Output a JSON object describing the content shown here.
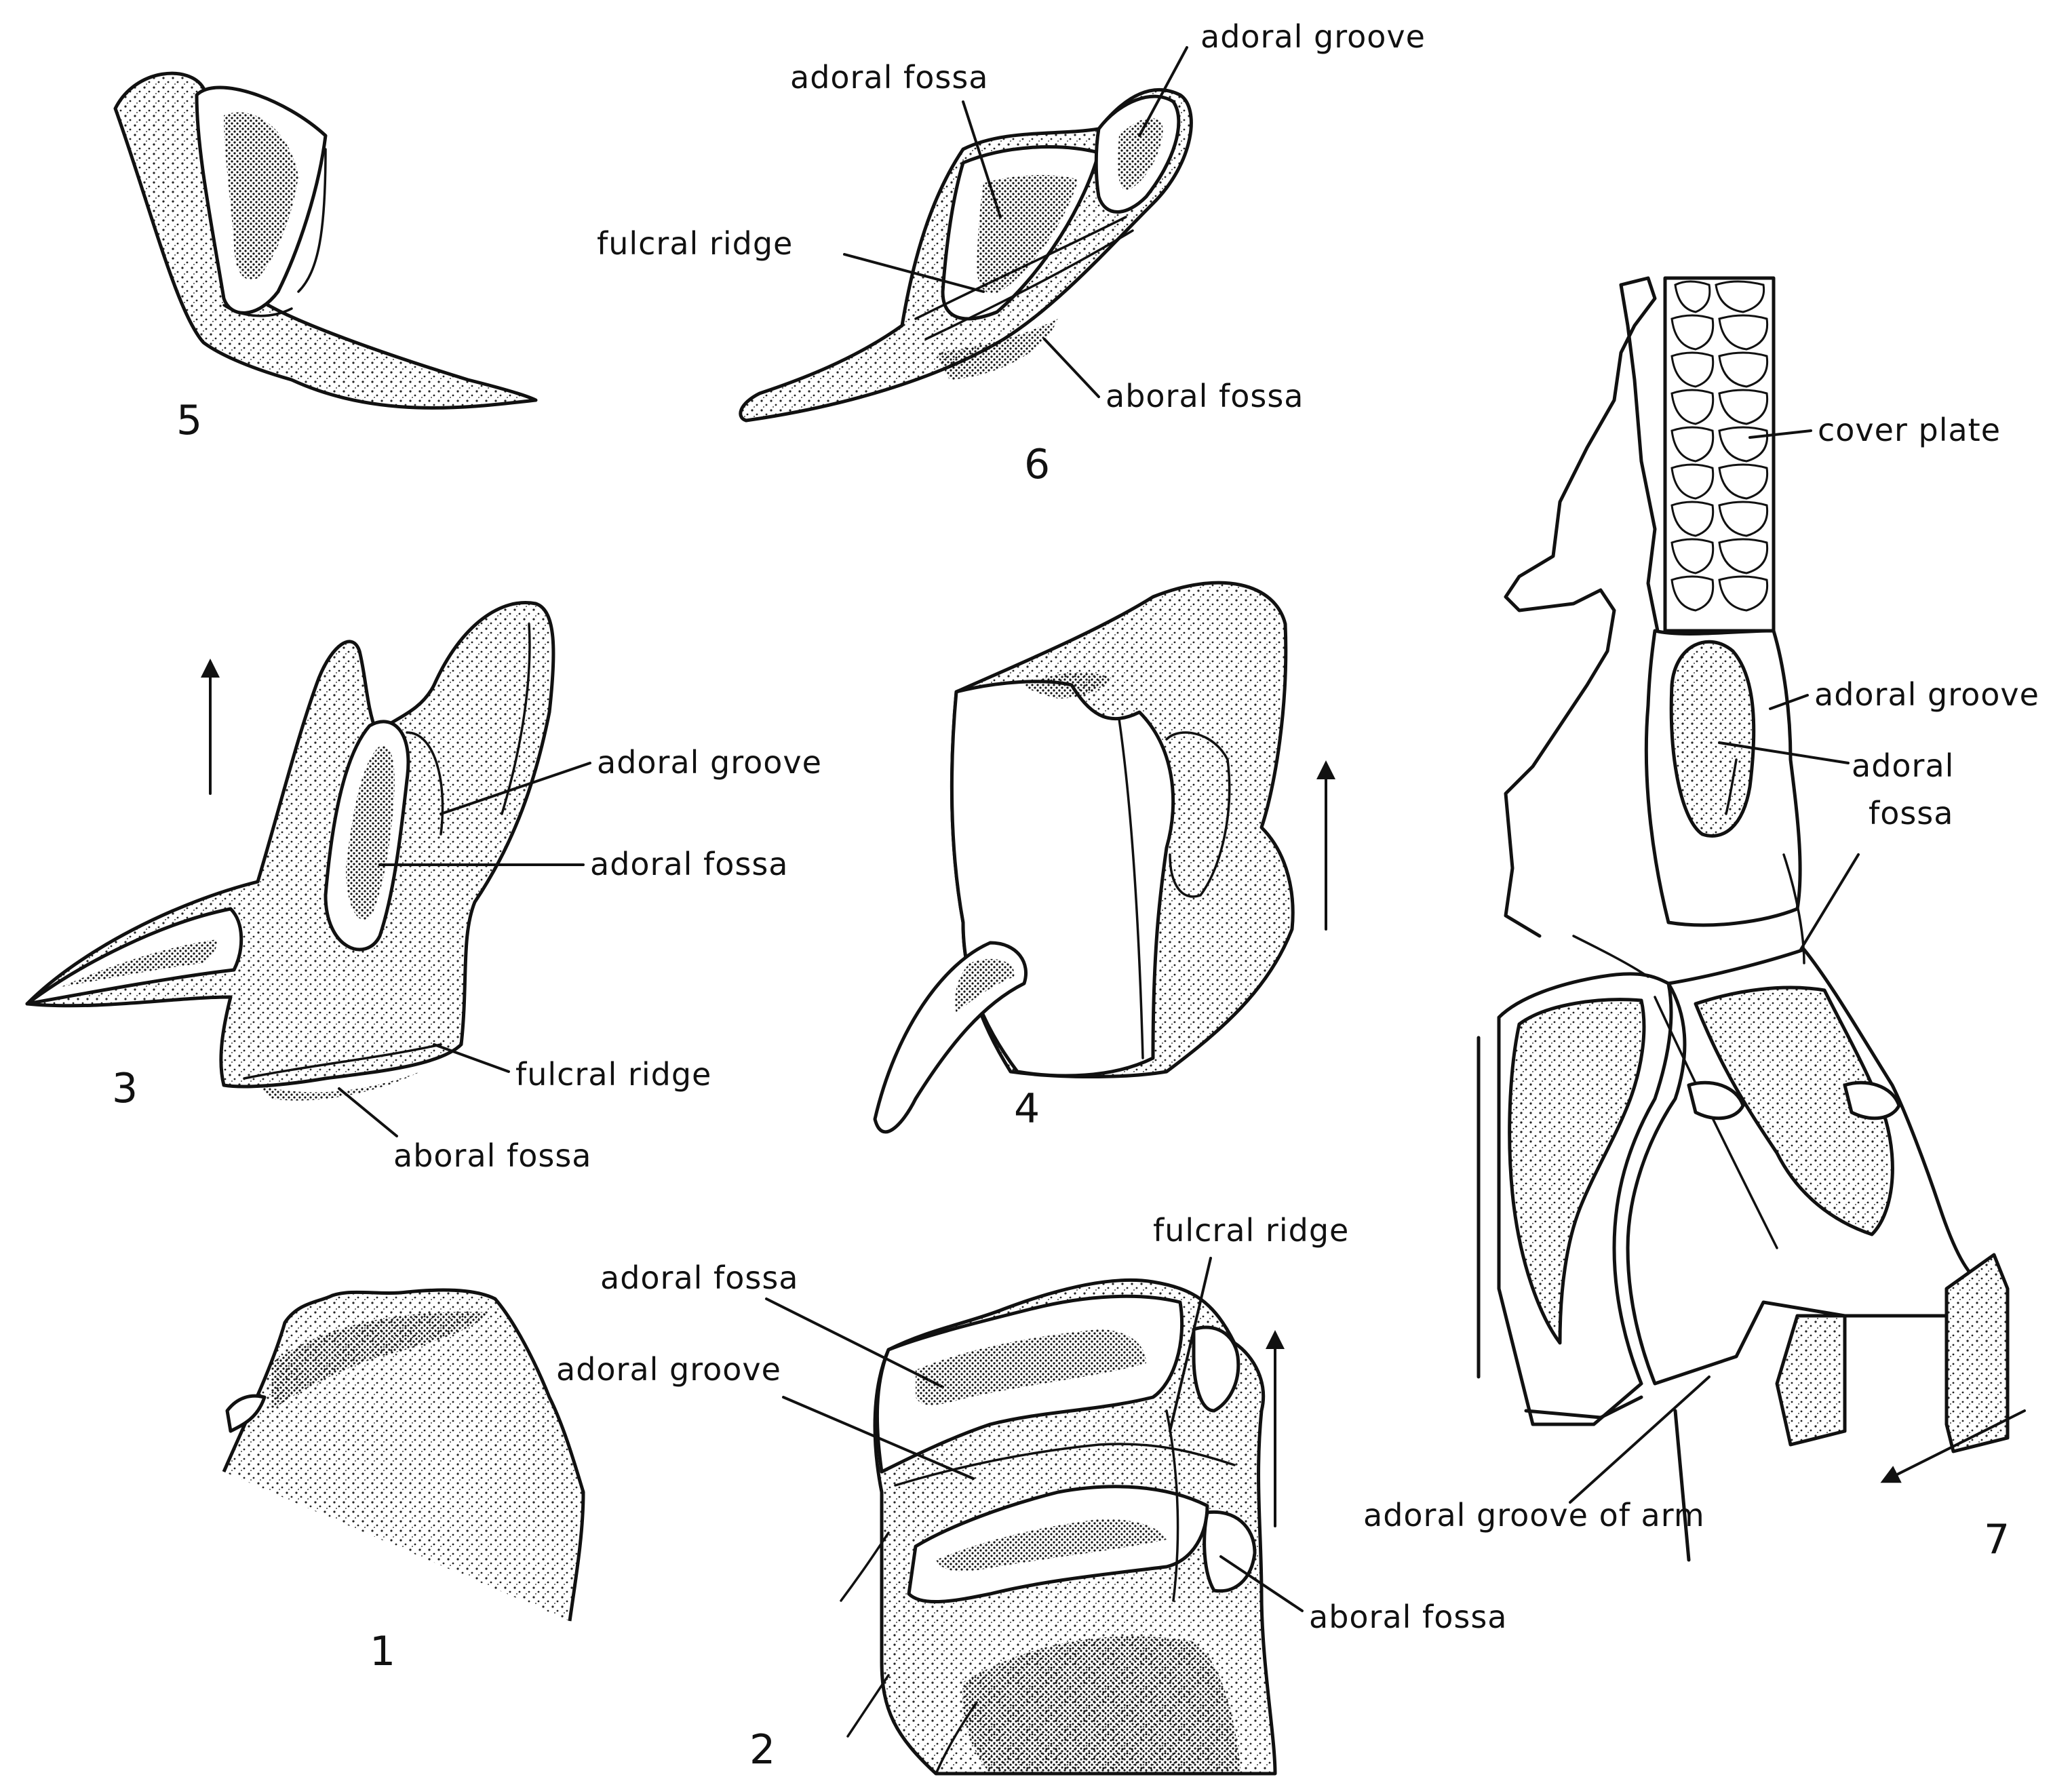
{
  "figure": {
    "panels": [
      {
        "number": "1"
      },
      {
        "number": "2"
      },
      {
        "number": "3"
      },
      {
        "number": "4"
      },
      {
        "number": "5"
      },
      {
        "number": "6"
      },
      {
        "number": "7"
      }
    ],
    "labels": {
      "p6_adoral_groove": "adoral groove",
      "p6_adoral_fossa": "adoral fossa",
      "p6_fulcral_ridge": "fulcral ridge",
      "p6_aboral_fossa": "aboral fossa",
      "p3_adoral_groove": "adoral groove",
      "p3_adoral_fossa": "adoral fossa",
      "p3_fulcral_ridge": "fulcral ridge",
      "p3_aboral_fossa": "aboral fossa",
      "p2_fulcral_ridge": "fulcral ridge",
      "p2_adoral_fossa": "adoral fossa",
      "p2_adoral_groove": "adoral groove",
      "p2_aboral_fossa": "aboral fossa",
      "p7_cover_plate": "cover plate",
      "p7_adoral_groove": "adoral groove",
      "p7_adoral_fossa_line1": "adoral",
      "p7_adoral_fossa_line2": "fossa",
      "p7_adoral_groove_of_arm": "adoral groove of arm"
    },
    "ink_color": "#111111",
    "paper_color": "#ffffff"
  }
}
